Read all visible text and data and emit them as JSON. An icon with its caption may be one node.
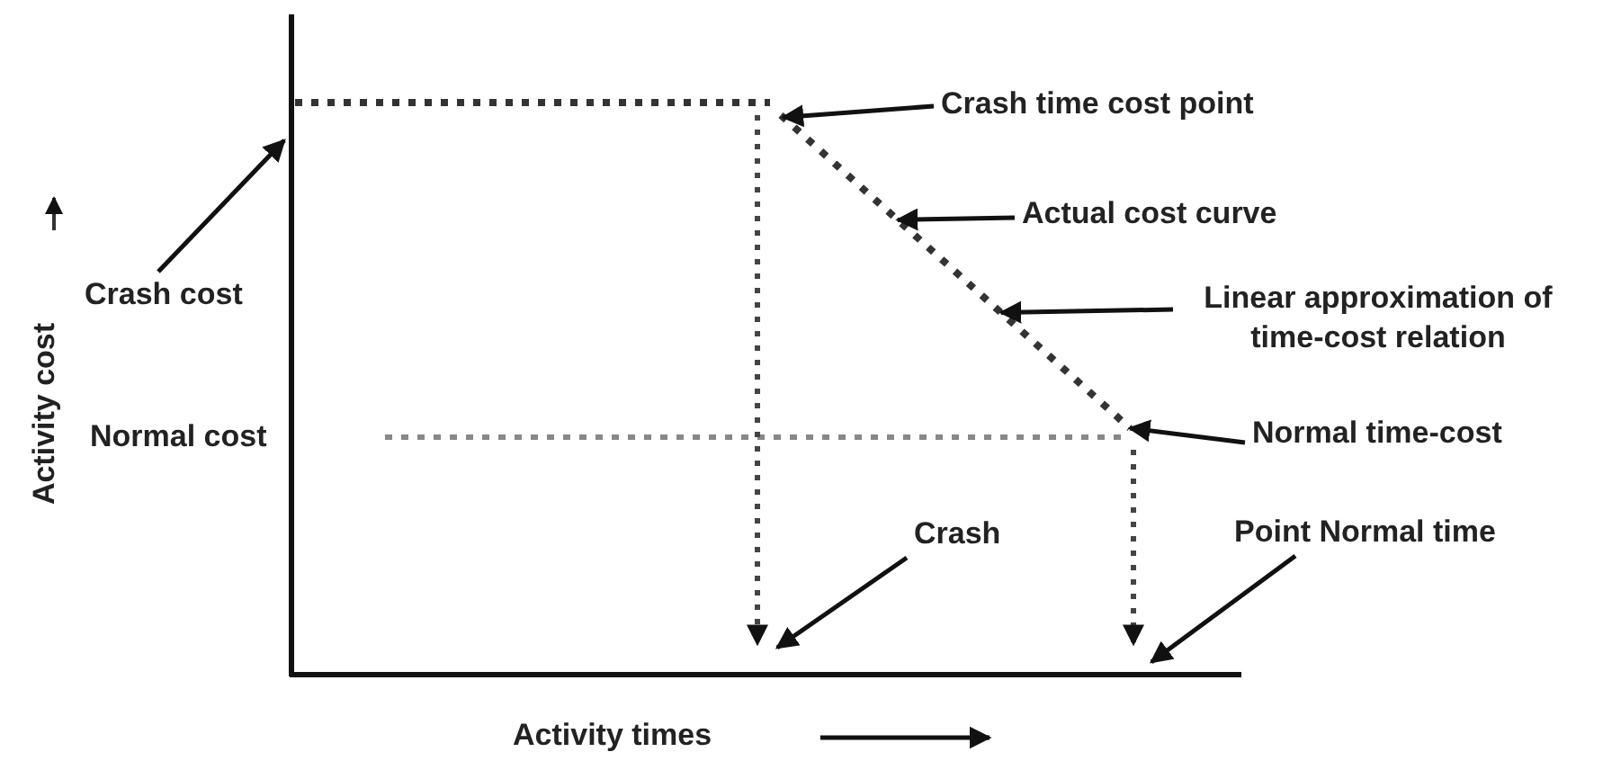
{
  "diagram": {
    "nodes": [
      {
        "text": [
          "Crash cost"
        ]
      },
      {
        "text": [
          "Crash time cost point"
        ]
      },
      {
        "text": [
          "Actual cost curve"
        ]
      },
      {
        "text": [
          "Linear approximation of time-cost relation"
        ]
      },
      {
        "text": [
          "Normal time-cost"
        ]
      },
      {
        "text": [
          "Crash"
        ]
      },
      {
        "text": [
          "Point Normal time"
        ]
      },
      {
        "text": [],
        "shape": "line"
      }
    ],
    "edges": [
      {
        "from": 0,
        "to": null,
        "arrow": "to"
      },
      {
        "from": 1,
        "to": 7,
        "arrow": "to"
      },
      {
        "from": 2,
        "to": 7,
        "arrow": "to"
      },
      {
        "from": 3,
        "to": 7,
        "arrow": "to"
      },
      {
        "from": 4,
        "to": 7,
        "arrow": "to"
      },
      {
        "from": 5,
        "to": null,
        "arrow": "to"
      },
      {
        "from": 6,
        "to": null,
        "arrow": "to"
      }
    ],
    "labels": [
      "Activity cost",
      "Normal cost",
      "Activity times"
    ]
  }
}
